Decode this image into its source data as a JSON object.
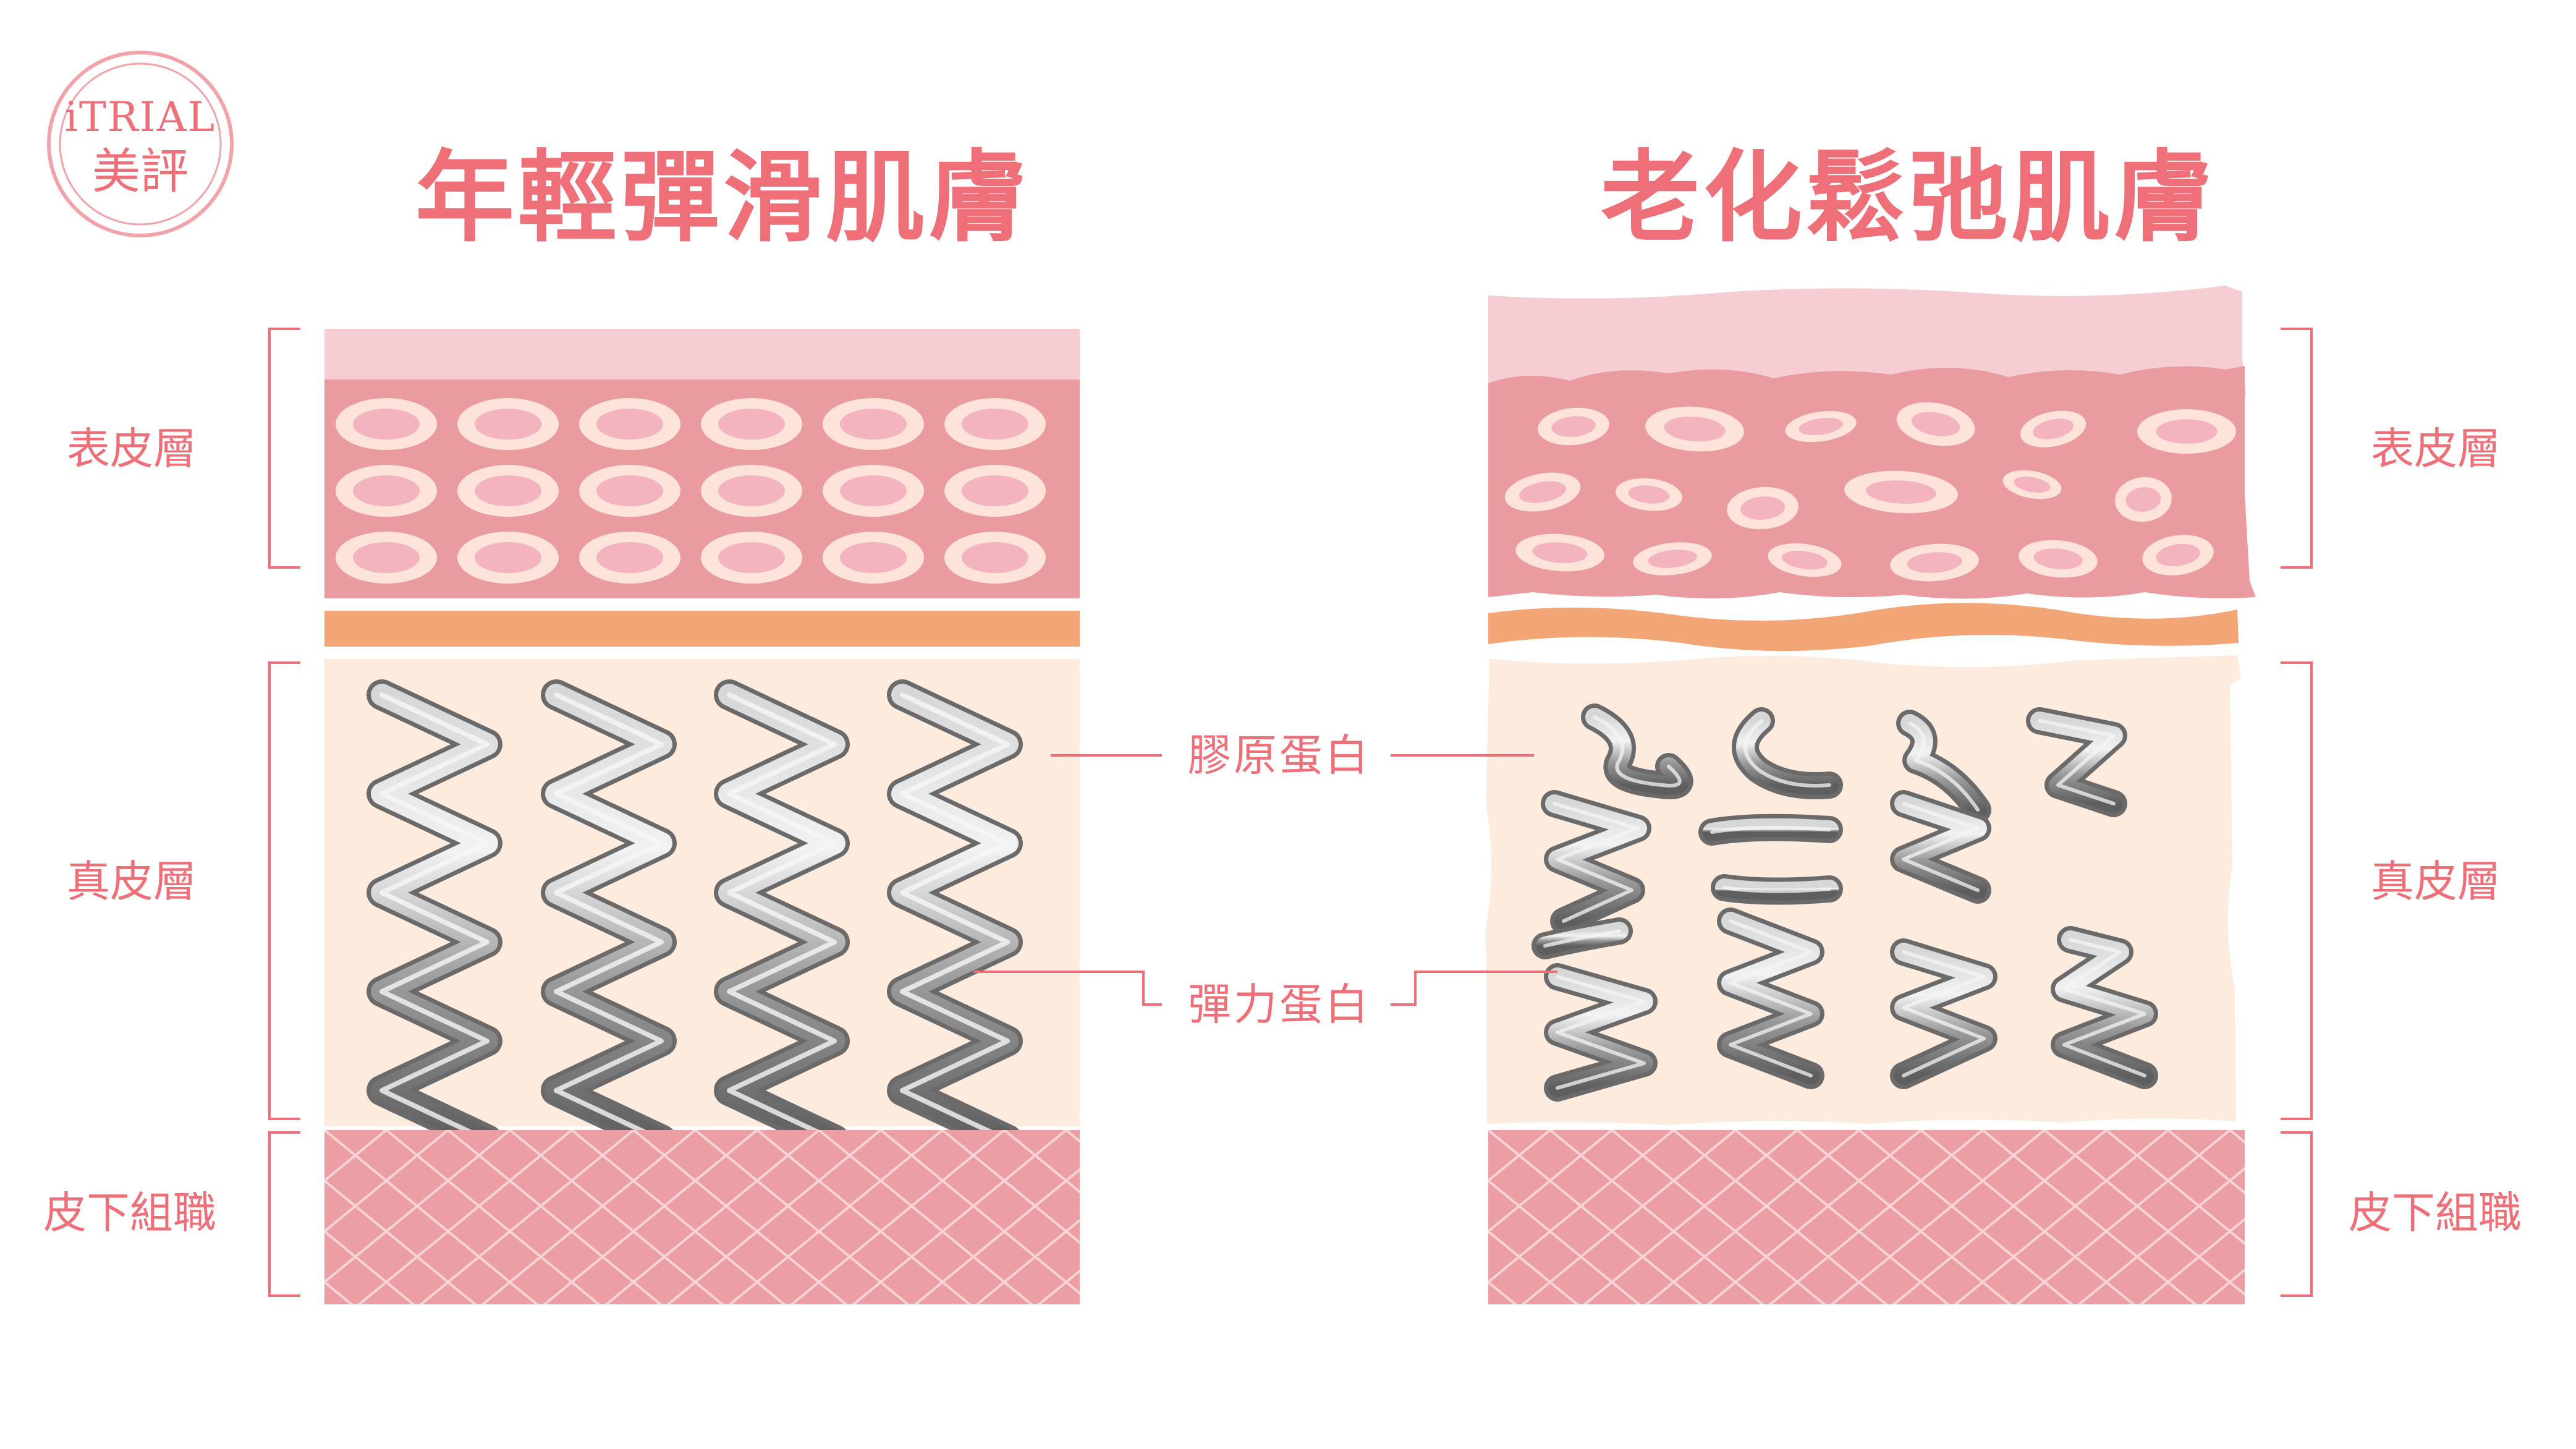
{
  "logo": {
    "line1": "iTRIAL",
    "line2": "美評",
    "color": "#ef6f78"
  },
  "young_panel": {
    "title": "年輕彈滑肌膚"
  },
  "aged_panel": {
    "title": "老化鬆弛肌膚"
  },
  "layers": {
    "epidermis": "表皮層",
    "dermis": "真皮層",
    "subcutaneous": "皮下組職"
  },
  "callouts": {
    "collagen": "膠原蛋白",
    "elastin": "彈力蛋白"
  },
  "colors": {
    "accent": "#ef6f78",
    "stratum": "#f5cdd2",
    "epidermis": "#e99ba0",
    "cell_ring": "#fde3da",
    "cell_core": "#f3b3bf",
    "basement": "#f2a675",
    "dermis": "#fdebdd",
    "subcutaneous": "#eb9ea3",
    "fiber": "#8a8a8a"
  }
}
